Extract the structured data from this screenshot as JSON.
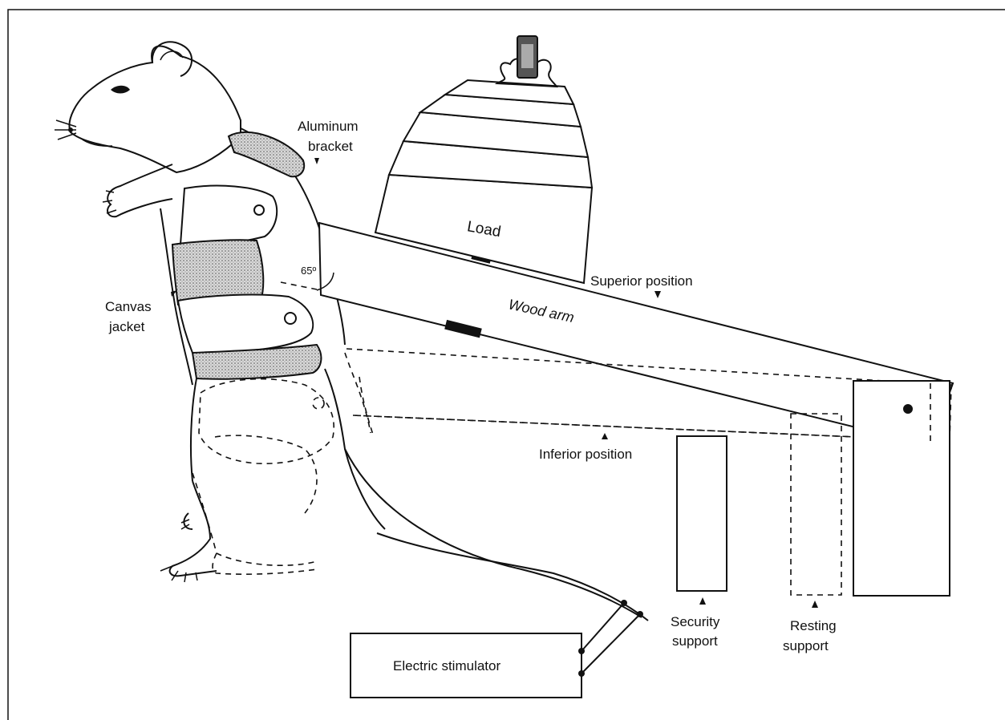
{
  "labels": {
    "aluminum_bracket_line1": "Aluminum",
    "aluminum_bracket_line2": "bracket",
    "canvas_jacket_line1": "Canvas",
    "canvas_jacket_line2": "jacket",
    "angle": "65º",
    "load": "Load",
    "superior_position": "Superior position",
    "wood_arm": "Wood arm",
    "inferior_position": "Inferior position",
    "security_support_line1": "Security",
    "security_support_line2": "support",
    "resting_support_line1": "Resting",
    "resting_support_line2": "support",
    "electric_stimulator": "Electric stimulator"
  }
}
